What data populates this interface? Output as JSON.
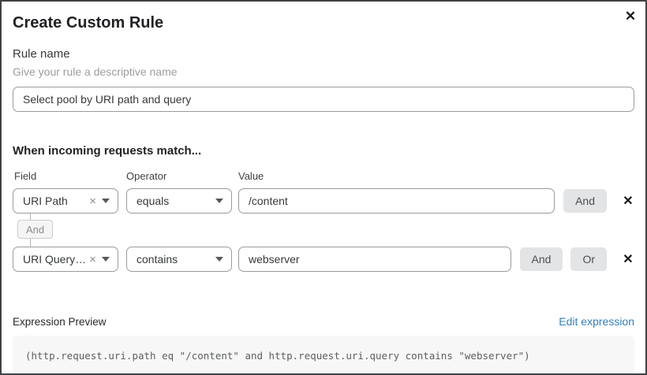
{
  "modal": {
    "title": "Create Custom Rule",
    "close_label": "✕"
  },
  "rule_name": {
    "label": "Rule name",
    "helper": "Give your rule a descriptive name",
    "value": "Select pool by URI path and query"
  },
  "match_section": {
    "heading": "When incoming requests match...",
    "columns": {
      "field": "Field",
      "operator": "Operator",
      "value": "Value"
    },
    "rows": [
      {
        "field": "URI Path",
        "field_clear": "×",
        "operator": "equals",
        "value": "/content",
        "and_label": "And",
        "delete_label": "✕"
      },
      {
        "field": "URI Query St...",
        "field_clear": "×",
        "operator": "contains",
        "value": "webserver",
        "and_label": "And",
        "or_label": "Or",
        "delete_label": "✕"
      }
    ],
    "connector_label": "And"
  },
  "expression_preview": {
    "label": "Expression Preview",
    "edit_link": "Edit expression",
    "expression": "(http.request.uri.path eq \"/content\" and http.request.uri.query contains \"webserver\")"
  },
  "colors": {
    "link_blue": "#2f80b9",
    "button_gray": "#e3e4e5",
    "code_background": "#f7f7f7",
    "border_gray": "#989b9e"
  }
}
